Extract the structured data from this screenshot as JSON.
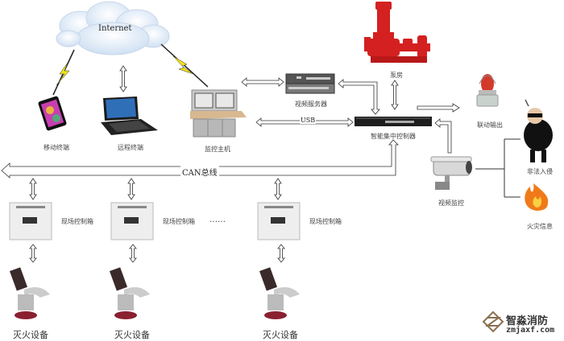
{
  "cloud": {
    "label": "Internet"
  },
  "devices": {
    "mobile": {
      "label": "移动终端"
    },
    "laptop": {
      "label": "远程终端"
    },
    "host": {
      "label": "监控主机"
    },
    "video_server": {
      "label": "视频服务器"
    },
    "controller": {
      "label": "智能集中控制器"
    },
    "pump": {
      "label": "泵房"
    },
    "alarm": {
      "label": "联动输出"
    },
    "camera": {
      "label": "视频监控"
    },
    "intruder": {
      "label": "非法入侵"
    },
    "fire": {
      "label": "火灾信息"
    }
  },
  "bus": {
    "can_label": "CAN总线",
    "usb_label": "USB"
  },
  "field": {
    "boxes": [
      {
        "label": "现场控制箱"
      },
      {
        "label": "现场控制箱"
      },
      {
        "label": "现场控制箱"
      }
    ],
    "ellipsis": "……",
    "equipment": [
      {
        "label": "灭火设备"
      },
      {
        "label": "灭火设备"
      },
      {
        "label": "灭火设备"
      }
    ]
  },
  "watermark": {
    "name": "智淼消防",
    "url": "zmjaxf.com"
  },
  "colors": {
    "pump_red": "#d42020",
    "bolt_yellow": "#f2e21a",
    "fire_orange": "#f07a1a",
    "device_dark": "#2a2a2a"
  }
}
